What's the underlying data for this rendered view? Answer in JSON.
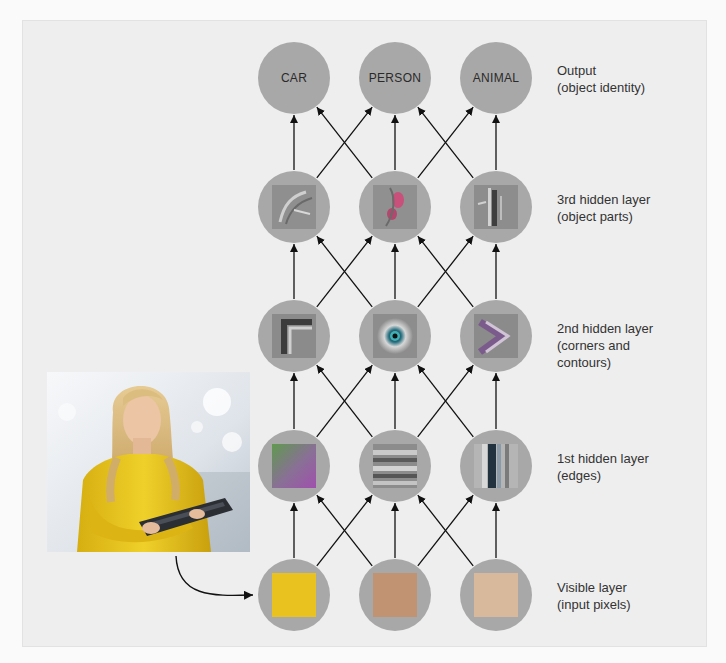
{
  "diagram": {
    "nodes": [
      {
        "text": [
          "CAR"
        ]
      },
      {
        "text": [
          "PERSON"
        ]
      },
      {
        "text": [
          "ANIMAL"
        ]
      },
      {
        "text": []
      },
      {
        "text": []
      },
      {
        "text": []
      },
      {
        "text": []
      },
      {
        "text": []
      },
      {
        "text": []
      },
      {
        "text": []
      },
      {
        "text": []
      },
      {
        "text": []
      },
      {
        "text": []
      },
      {
        "text": []
      },
      {
        "text": []
      }
    ],
    "edges": [
      {
        "from": 3,
        "to": 0,
        "arrow": "to"
      },
      {
        "from": 3,
        "to": 1,
        "arrow": "to"
      },
      {
        "from": 4,
        "to": 0,
        "arrow": "to"
      },
      {
        "from": 4,
        "to": 1,
        "arrow": "to"
      },
      {
        "from": 4,
        "to": 2,
        "arrow": "to"
      },
      {
        "from": 5,
        "to": 1,
        "arrow": "to"
      },
      {
        "from": 5,
        "to": 2,
        "arrow": "to"
      },
      {
        "from": 6,
        "to": 3,
        "arrow": "to"
      },
      {
        "from": 6,
        "to": 4,
        "arrow": "to"
      },
      {
        "from": 7,
        "to": 3,
        "arrow": "to"
      },
      {
        "from": 7,
        "to": 4,
        "arrow": "to"
      },
      {
        "from": 7,
        "to": 5,
        "arrow": "to"
      },
      {
        "from": 8,
        "to": 4,
        "arrow": "to"
      },
      {
        "from": 8,
        "to": 5,
        "arrow": "to"
      },
      {
        "from": 9,
        "to": 6,
        "arrow": "to"
      },
      {
        "from": 9,
        "to": 7,
        "arrow": "to"
      },
      {
        "from": 10,
        "to": 6,
        "arrow": "to"
      },
      {
        "from": 10,
        "to": 7,
        "arrow": "to"
      },
      {
        "from": 10,
        "to": 8,
        "arrow": "to"
      },
      {
        "from": 11,
        "to": 7,
        "arrow": "to"
      },
      {
        "from": 11,
        "to": 8,
        "arrow": "to"
      },
      {
        "from": 12,
        "to": 9,
        "arrow": "to"
      },
      {
        "from": 12,
        "to": 10,
        "arrow": "to"
      },
      {
        "from": 13,
        "to": 9,
        "arrow": "to"
      },
      {
        "from": 13,
        "to": 10,
        "arrow": "to"
      },
      {
        "from": 13,
        "to": 11,
        "arrow": "to"
      },
      {
        "from": 14,
        "to": 10,
        "arrow": "to"
      },
      {
        "from": 14,
        "to": 11,
        "arrow": "to"
      }
    ],
    "labels": [
      "Output",
      "(object identity)",
      "3rd hidden layer",
      "(object parts)",
      "2nd hidden layer",
      "(corners and contours)",
      "1st hidden layer",
      "(edges)",
      "Visible layer",
      "(input pixels)"
    ]
  }
}
